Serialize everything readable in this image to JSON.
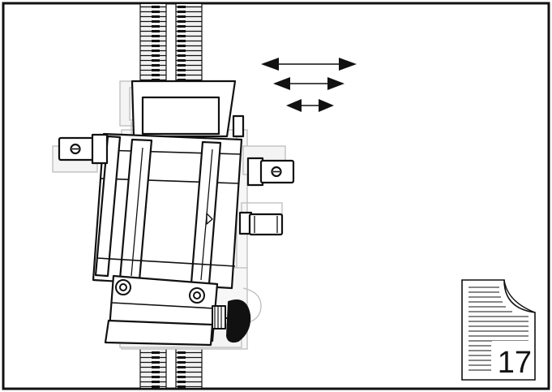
{
  "figure": {
    "page_number": "17",
    "colors": {
      "line": "#111111",
      "ghost": "#bdbdbd",
      "ghost_fill": "#f4f4f4",
      "fill": "#ffffff",
      "rail_fill": "#f2f2f2",
      "page": "#ffffff"
    },
    "parts": [
      "frame-border",
      "toothed-rails",
      "ghost-position-outline",
      "carriage-body",
      "adjustment-knobs",
      "set-screws",
      "clamping-knob"
    ],
    "motion_arrows": [
      "long-double-arrow",
      "medium-double-arrow",
      "short-double-arrow"
    ],
    "document_icon": "page-with-folded-corner-icon"
  }
}
